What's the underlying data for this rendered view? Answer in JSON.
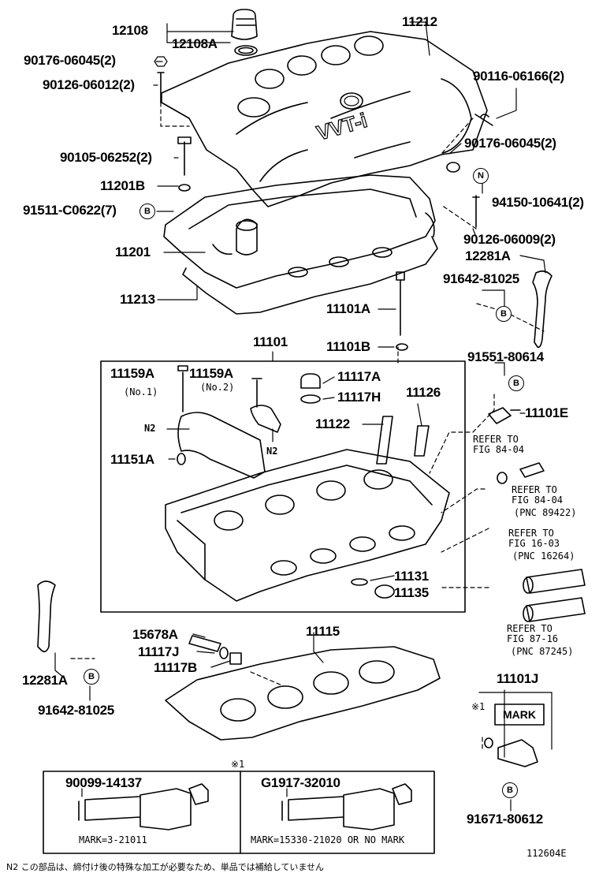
{
  "labels": {
    "p12108": "12108",
    "p12108A": "12108A",
    "p11212": "11212",
    "p90176_top": "90176-06045(2)",
    "p90126_012": "90126-06012(2)",
    "p90116": "90116-06166(2)",
    "p90176_right": "90176-06045(2)",
    "p90105": "90105-06252(2)",
    "p11201B": "11201B",
    "p91511": "91511-C0622(7)",
    "p94150": "94150-10641(2)",
    "p90126_009": "90126-06009(2)",
    "p12281A_top": "12281A",
    "p91642_top": "91642-81025",
    "p11201": "11201",
    "p11213": "11213",
    "p11101A": "11101A",
    "p11101B": "11101B",
    "p91551": "91551-80614",
    "p11101": "11101",
    "p11159A_1": "11159A",
    "p11159A_2": "11159A",
    "p11117A": "11117A",
    "p11117H": "11117H",
    "p11126": "11126",
    "p11122": "11122",
    "p11101E": "11101E",
    "p11151A": "11151A",
    "p11131": "11131",
    "p11135": "11135",
    "p11115": "11115",
    "p15678A": "15678A",
    "p11117J": "11117J",
    "p11117B": "11117B",
    "p12281A_bot": "12281A",
    "p91642_bot": "91642-81025",
    "p11101J": "11101J",
    "p91671": "91671-80612",
    "p90099": "90099-14137",
    "pG1917": "G1917-32010"
  },
  "small": {
    "no1": "(No.1)",
    "no2": "(No.2)",
    "n2_left": "N2",
    "n2_right": "N2",
    "refer1_a": "REFER TO",
    "refer1_b": "FIG 84-04",
    "refer2_a": "REFER TO",
    "refer2_b": "FIG 84-04",
    "refer2_c": "(PNC 89422)",
    "refer3_a": "REFER TO",
    "refer3_b": "FIG 16-03",
    "refer3_c": "(PNC 16264)",
    "refer4_a": "REFER TO",
    "refer4_b": "FIG 87-16",
    "refer4_c": "(PNC 87245)",
    "mark_box": "MARK",
    "mark_a": "MARK=3-21011",
    "mark_b": "MARK=15330-21020 OR NO MARK",
    "ref1_top": "※1",
    "ref1_side": "※1"
  },
  "badges": {
    "b_91511": "B",
    "b_94150": "N",
    "b_91642_top": "B",
    "b_91551": "B",
    "b_91642_bot": "B",
    "b_91671": "B"
  },
  "footer": {
    "note": "N2 この部品は、締付け後の特殊な加工が必要なため、単品では補給していません",
    "code": "112604E"
  },
  "logo_text": "VVT-i"
}
